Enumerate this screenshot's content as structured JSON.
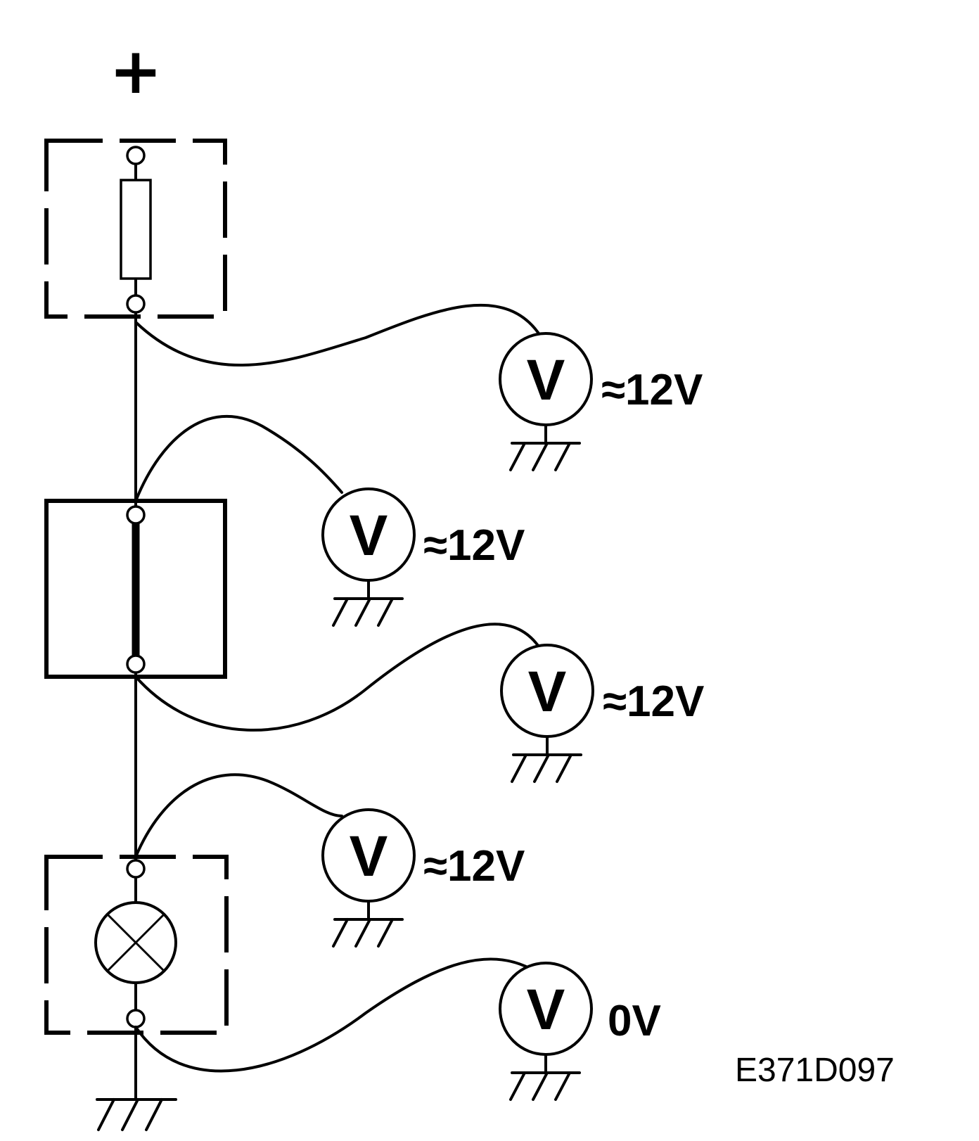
{
  "supply_label": "+",
  "meter_letter": "V",
  "meters": [
    {
      "reading": "≈12V"
    },
    {
      "reading": "≈12V"
    },
    {
      "reading": "≈12V"
    },
    {
      "reading": "≈12V"
    },
    {
      "reading": "0V"
    }
  ],
  "figure_code": "E371D097"
}
